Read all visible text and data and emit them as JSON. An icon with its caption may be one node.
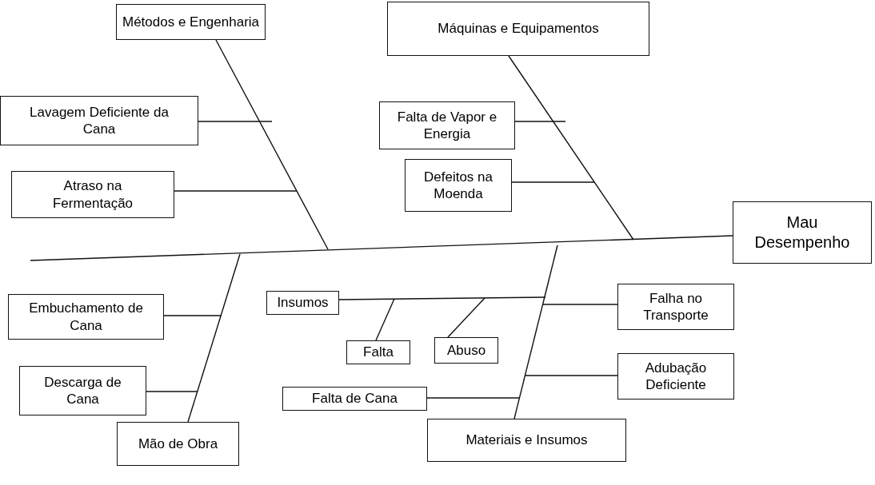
{
  "diagram": {
    "nodes": [
      {
        "text": [
          "Métodos e Engenharia"
        ]
      },
      {
        "text": [
          "Máquinas e Equipamentos"
        ]
      },
      {
        "text": [
          "Lavagem Deficiente da Cana"
        ]
      },
      {
        "text": [
          "Falta de Vapor e Energia"
        ]
      },
      {
        "text": [
          "Atraso na Fermentação"
        ]
      },
      {
        "text": [
          "Defeitos na Moenda"
        ]
      },
      {
        "text": [
          "Mau Desempenho"
        ]
      },
      {
        "text": [
          "Embuchamento de Cana"
        ]
      },
      {
        "text": [
          "Insumos"
        ]
      },
      {
        "text": [
          "Falha no Transporte"
        ]
      },
      {
        "text": [
          "Falta"
        ]
      },
      {
        "text": [
          "Abuso"
        ]
      },
      {
        "text": [
          "Adubação Deficiente"
        ]
      },
      {
        "text": [
          "Descarga de Cana"
        ]
      },
      {
        "text": [
          "Falta de Cana"
        ]
      },
      {
        "text": [
          "Mão de Obra"
        ]
      },
      {
        "text": [
          "Materiais e Insumos"
        ]
      }
    ],
    "edges": [
      {
        "from": null,
        "to": 6,
        "arrow": "none"
      },
      {
        "from": 0,
        "to": null,
        "arrow": "none"
      },
      {
        "from": 1,
        "to": null,
        "arrow": "none"
      },
      {
        "from": 15,
        "to": null,
        "arrow": "none"
      },
      {
        "from": 16,
        "to": null,
        "arrow": "none"
      },
      {
        "from": 2,
        "to": null,
        "arrow": "none"
      },
      {
        "from": 4,
        "to": null,
        "arrow": "none"
      },
      {
        "from": 3,
        "to": null,
        "arrow": "none"
      },
      {
        "from": 5,
        "to": null,
        "arrow": "none"
      },
      {
        "from": 7,
        "to": null,
        "arrow": "none"
      },
      {
        "from": 13,
        "to": null,
        "arrow": "none"
      },
      {
        "from": 8,
        "to": null,
        "arrow": "none"
      },
      {
        "from": 10,
        "to": null,
        "arrow": "none"
      },
      {
        "from": 11,
        "to": null,
        "arrow": "none"
      },
      {
        "from": 9,
        "to": null,
        "arrow": "none"
      },
      {
        "from": 12,
        "to": null,
        "arrow": "none"
      },
      {
        "from": 14,
        "to": null,
        "arrow": "none"
      }
    ]
  }
}
